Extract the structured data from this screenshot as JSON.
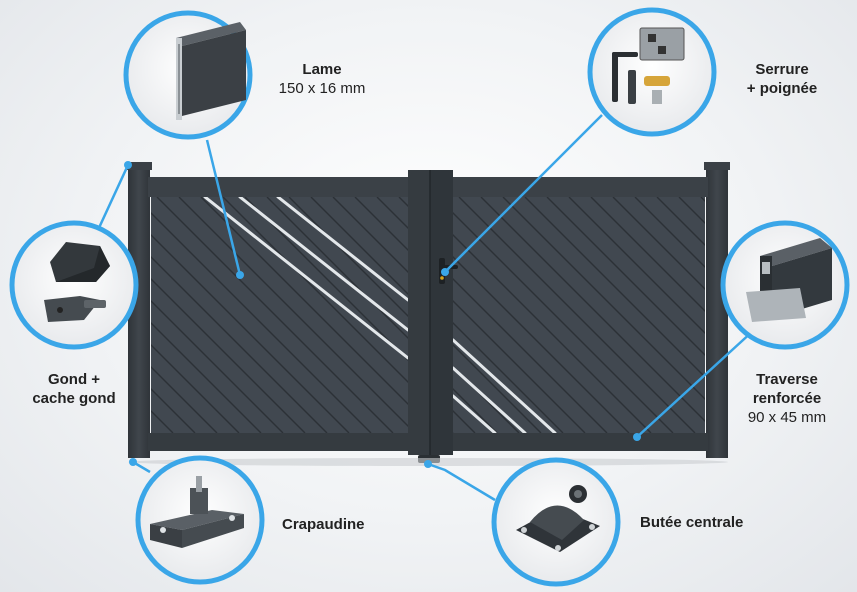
{
  "callouts": {
    "lame": {
      "title": "Lame",
      "subtitle": "150 x 16 mm"
    },
    "serrure": {
      "line1": "Serrure",
      "line2": "+ poignée"
    },
    "gond": {
      "line1": "Gond +",
      "line2": "cache gond"
    },
    "traverse": {
      "line1": "Traverse",
      "line2": "renforcée",
      "line3": "90 x 45 mm"
    },
    "crapaudine": {
      "title": "Crapaudine"
    },
    "butee": {
      "title": "Butée centrale"
    }
  },
  "colors": {
    "callout_ring": "#3aa6e8",
    "gate_frame": "#353b40",
    "gate_panel": "#414850",
    "slat_line": "#2c3136",
    "glass_stripe": "#dfe4e8"
  }
}
